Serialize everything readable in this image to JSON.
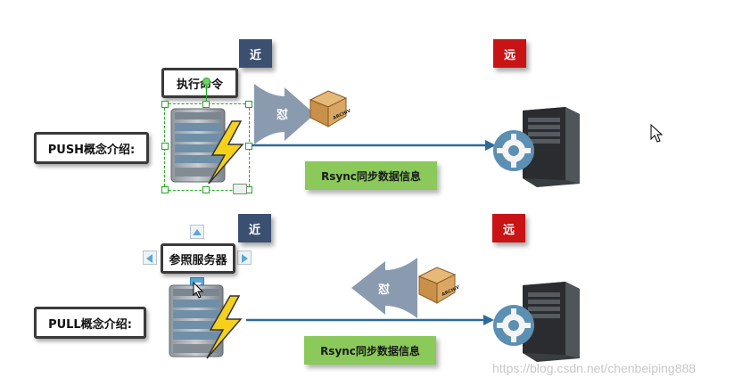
{
  "push": {
    "label": "PUSH概念介绍:",
    "near": "近",
    "far": "远",
    "command": "执行命令",
    "arrow_label": "怼",
    "sync_label": "Rsync同步数据信息"
  },
  "pull": {
    "label": "PULL概念介绍:",
    "near": "近",
    "far": "远",
    "reference": "参照服务器",
    "arrow_label": "怼",
    "sync_label": "Rsync同步数据信息"
  },
  "package_text": "ARCHIVE",
  "watermark": "https://blog.csdn.net/chenbeiping888",
  "colors": {
    "near_tag": "#3b5070",
    "far_tag": "#c81414",
    "sync_box": "#8ac95a",
    "line": "#2c6a9a",
    "arrow_shape": "#8a9bb0"
  }
}
